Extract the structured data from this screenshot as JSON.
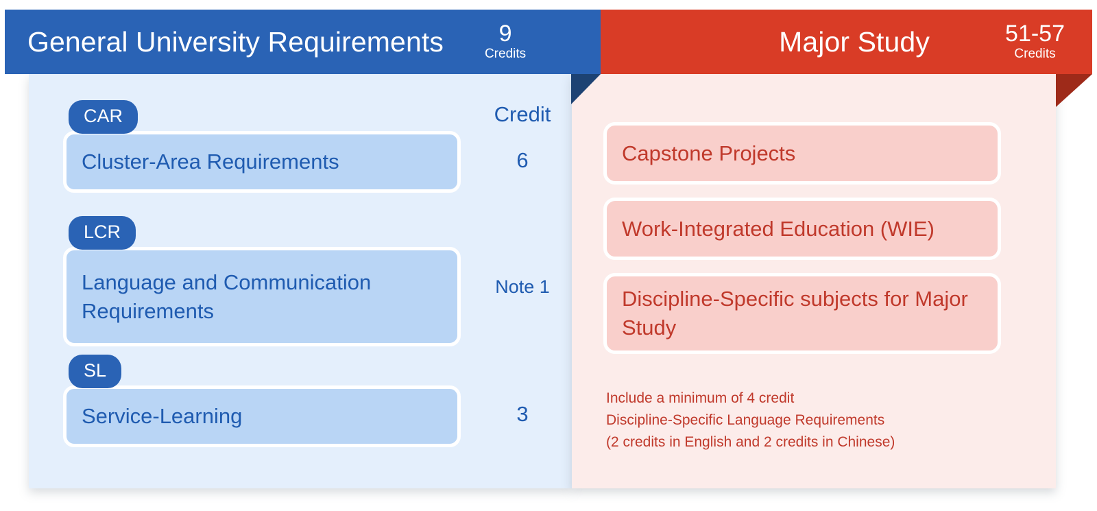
{
  "colors": {
    "blue_ribbon": "#2a63b5",
    "blue_panel": "#e4effc",
    "blue_card": "#b9d5f5",
    "blue_text": "#1f5bb0",
    "blue_fold": "#1d4273",
    "red_ribbon": "#d93c26",
    "red_panel": "#fcecea",
    "red_card": "#f9cfcb",
    "red_text": "#c0392b",
    "red_fold": "#9e2a19"
  },
  "left": {
    "title": "General University Requirements",
    "credits_number": "9",
    "credits_word": "Credits",
    "credit_column_header": "Credit",
    "rows": [
      {
        "code": "CAR",
        "label": "Cluster-Area Requirements",
        "credit": "6"
      },
      {
        "code": "LCR",
        "label": "Language and Communication Requirements",
        "credit": "Note 1"
      },
      {
        "code": "SL",
        "label": "Service-Learning",
        "credit": "3"
      }
    ]
  },
  "right": {
    "title": "Major Study",
    "credits_number": "51-57",
    "credits_word": "Credits",
    "cards": [
      {
        "label": "Capstone Projects"
      },
      {
        "label": "Work-Integrated Education (WIE)"
      },
      {
        "label": "Discipline-Specific subjects for Major Study"
      }
    ],
    "note_lines": [
      "Include a minimum of 4 credit",
      "Discipline-Specific Language Requirements",
      "(2 credits in English and 2 credits in Chinese)"
    ]
  }
}
